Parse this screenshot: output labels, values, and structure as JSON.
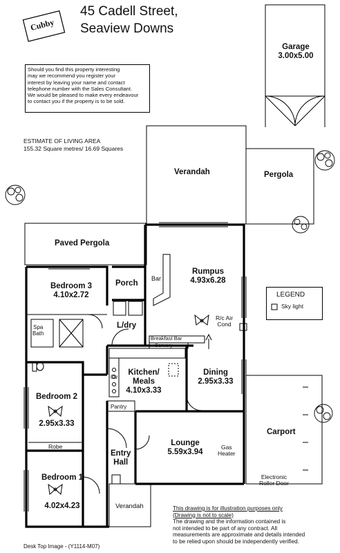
{
  "header": {
    "address_line1": "45 Cadell Street,",
    "address_line2": "Seaview Downs",
    "cubby_label": "Cubby"
  },
  "notice": {
    "lines": [
      "Should you find this property interesting",
      "may we recommend you register your",
      "interest by leaving your name and contact",
      "telephone number with the Sales Consultant.",
      "We would be pleased to make every endeavour",
      "to contact you if the property is to be sold."
    ]
  },
  "living_area": {
    "heading": "ESTIMATE OF LIVING AREA",
    "value": "155.32 Square metres/  16.69 Squares"
  },
  "rooms": {
    "garage": {
      "name": "Garage",
      "dims": "3.00x5.00"
    },
    "verandah_top": {
      "name": "Verandah"
    },
    "pergola": {
      "name": "Pergola"
    },
    "paved_pergola": {
      "name": "Paved Pergola"
    },
    "rumpus": {
      "name": "Rumpus",
      "dims": "4.93x6.28"
    },
    "bar": {
      "name": "Bar"
    },
    "bedroom3": {
      "name": "Bedroom 3",
      "dims": "4.10x2.72"
    },
    "porch": {
      "name": "Porch"
    },
    "spa_bath": {
      "name": "Spa\nBath"
    },
    "ldry": {
      "name": "L/dry"
    },
    "rc_air": {
      "name": "R/c Air\nCond"
    },
    "breakfast_bar": {
      "name": "Breakfast Bar"
    },
    "servery": {
      "name": "Servery"
    },
    "kitchen": {
      "name": "Kitchen/\nMeals",
      "dims": "4.10x3.33"
    },
    "ov": {
      "name": "Ov"
    },
    "dining": {
      "name": "Dining",
      "dims": "2.95x3.33"
    },
    "bedroom2": {
      "name": "Bedroom 2",
      "dims": "2.95x3.33"
    },
    "pantry": {
      "name": "Pantry"
    },
    "carport": {
      "name": "Carport"
    },
    "lounge": {
      "name": "Lounge",
      "dims": "5.59x3.94"
    },
    "gas_heater": {
      "name": "Gas\nHeater"
    },
    "robe": {
      "name": "Robe"
    },
    "entry_hall": {
      "name": "Entry\nHall"
    },
    "bedroom1": {
      "name": "Bedroom 1",
      "dims": "4.02x4.23"
    },
    "verandah_bottom": {
      "name": "Verandah"
    },
    "roller_door": {
      "name": "Electronic\nRoller Door"
    }
  },
  "legend": {
    "title": "LEGEND",
    "item": "Sky light"
  },
  "disclaimer": {
    "line1": "This drawing is for illustration purposes only",
    "line2": "(Drawing is not to scale)",
    "body": [
      "The drawing and the information contained is",
      "not intended to be part of any contract.  All",
      "measurements are approximate and details intended",
      "to be relied upon should be independently verified."
    ]
  },
  "footer": {
    "ref": "Desk Top Image - (Y1114-M07)"
  }
}
